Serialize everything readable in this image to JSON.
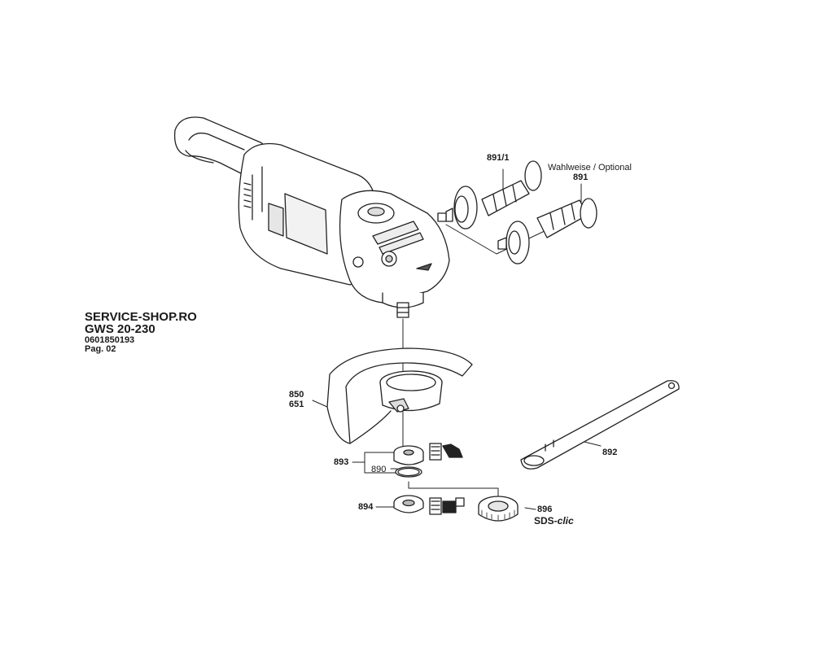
{
  "header": {
    "shop": "SERVICE-SHOP.RO",
    "model": "GWS 20-230",
    "part_number": "0601850193",
    "page": "Pag. 02"
  },
  "optional_note": "Wahlweise / Optional",
  "parts": {
    "p891_1": "891/1",
    "p891": "891",
    "p850": "850",
    "p651": "651",
    "p893": "893",
    "p890": "890",
    "p894": "894",
    "p896": "896",
    "p892": "892"
  },
  "sds": {
    "prefix": "SDS-",
    "suffix": "clic"
  }
}
